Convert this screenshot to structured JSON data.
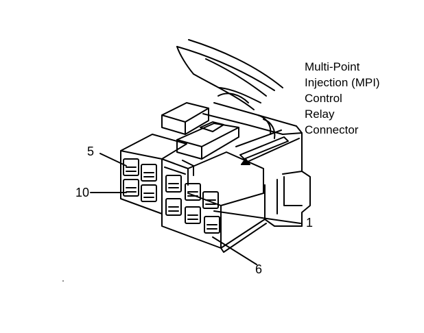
{
  "callout": {
    "lines": [
      "Multi-Point",
      "Injection (MPI)",
      "Control",
      "Relay",
      "Connector"
    ]
  },
  "pins": {
    "five": "5",
    "ten": "10",
    "one": "1",
    "six": "6"
  },
  "colors": {
    "ink": "#000000",
    "paper": "#ffffff"
  }
}
